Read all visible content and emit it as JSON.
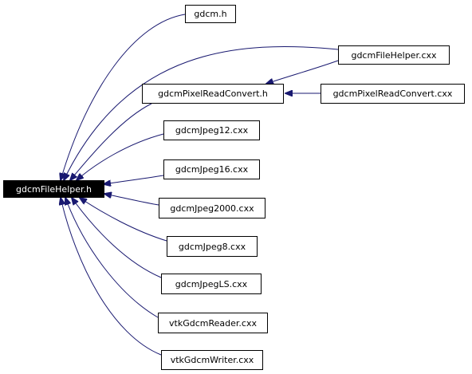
{
  "root": {
    "label": "gdcmFileHelper.h"
  },
  "nodes": [
    {
      "id": "gdcm-h",
      "label": "gdcm.h"
    },
    {
      "id": "gdcmFileHelper-cxx",
      "label": "gdcmFileHelper.cxx"
    },
    {
      "id": "gdcmPixelReadConvert-h",
      "label": "gdcmPixelReadConvert.h"
    },
    {
      "id": "gdcmPixelReadConvert-cxx",
      "label": "gdcmPixelReadConvert.cxx"
    },
    {
      "id": "gdcmJpeg12-cxx",
      "label": "gdcmJpeg12.cxx"
    },
    {
      "id": "gdcmJpeg16-cxx",
      "label": "gdcmJpeg16.cxx"
    },
    {
      "id": "gdcmJpeg2000-cxx",
      "label": "gdcmJpeg2000.cxx"
    },
    {
      "id": "gdcmJpeg8-cxx",
      "label": "gdcmJpeg8.cxx"
    },
    {
      "id": "gdcmJpegLS-cxx",
      "label": "gdcmJpegLS.cxx"
    },
    {
      "id": "vtkGdcmReader-cxx",
      "label": "vtkGdcmReader.cxx"
    },
    {
      "id": "vtkGdcmWriter-cxx",
      "label": "vtkGdcmWriter.cxx"
    }
  ],
  "edges": [
    {
      "from": "gdcm-h",
      "to": "root"
    },
    {
      "from": "gdcmFileHelper-cxx",
      "to": "root"
    },
    {
      "from": "gdcmFileHelper-cxx",
      "to": "gdcmPixelReadConvert-h"
    },
    {
      "from": "gdcmPixelReadConvert-h",
      "to": "root"
    },
    {
      "from": "gdcmPixelReadConvert-cxx",
      "to": "gdcmPixelReadConvert-h"
    },
    {
      "from": "gdcmJpeg12-cxx",
      "to": "root"
    },
    {
      "from": "gdcmJpeg16-cxx",
      "to": "root"
    },
    {
      "from": "gdcmJpeg2000-cxx",
      "to": "root"
    },
    {
      "from": "gdcmJpeg8-cxx",
      "to": "root"
    },
    {
      "from": "gdcmJpegLS-cxx",
      "to": "root"
    },
    {
      "from": "vtkGdcmReader-cxx",
      "to": "root"
    },
    {
      "from": "vtkGdcmWriter-cxx",
      "to": "root"
    }
  ],
  "colors": {
    "edge": "#191970",
    "root_fill": "#000000",
    "root_text": "#ffffff"
  }
}
